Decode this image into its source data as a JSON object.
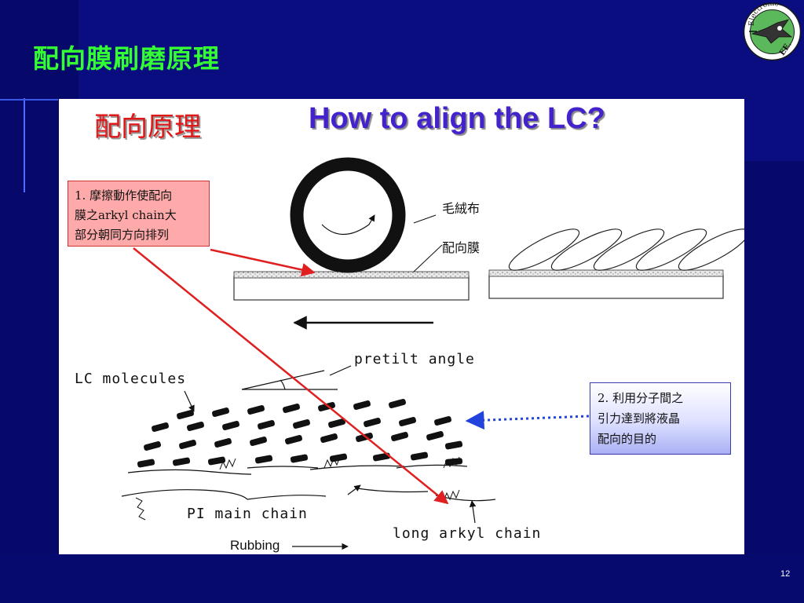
{
  "slide": {
    "title": "配向膜刷磨原理",
    "page_number": "12"
  },
  "logo": {
    "top_text": "Electronic",
    "bottom_text": "EE."
  },
  "figure": {
    "heading_zh": "配向原理",
    "heading_en": "How to align the LC?",
    "label_cloth": "毛絨布",
    "label_film": "配向膜",
    "label_pretilt": "pretilt angle",
    "label_lc": "LC molecules",
    "label_pi": "PI main chain",
    "label_arkyl": "long arkyl chain",
    "label_rubbing": "Rubbing"
  },
  "callouts": {
    "first": {
      "lines": [
        "1. 摩擦動作使配向",
        "膜之arkyl chain大",
        "部分朝同方向排列"
      ]
    },
    "second": {
      "lines": [
        "2. 利用分子間之",
        "引力達到將液晶",
        "配向的目的"
      ]
    }
  },
  "colors": {
    "background": "#0a0d80",
    "title": "#33ff33",
    "heading_zh": "#e01818",
    "heading_en": "#4422cc",
    "red_arrow": "#e02020",
    "blue_arrow": "#2244dd"
  }
}
